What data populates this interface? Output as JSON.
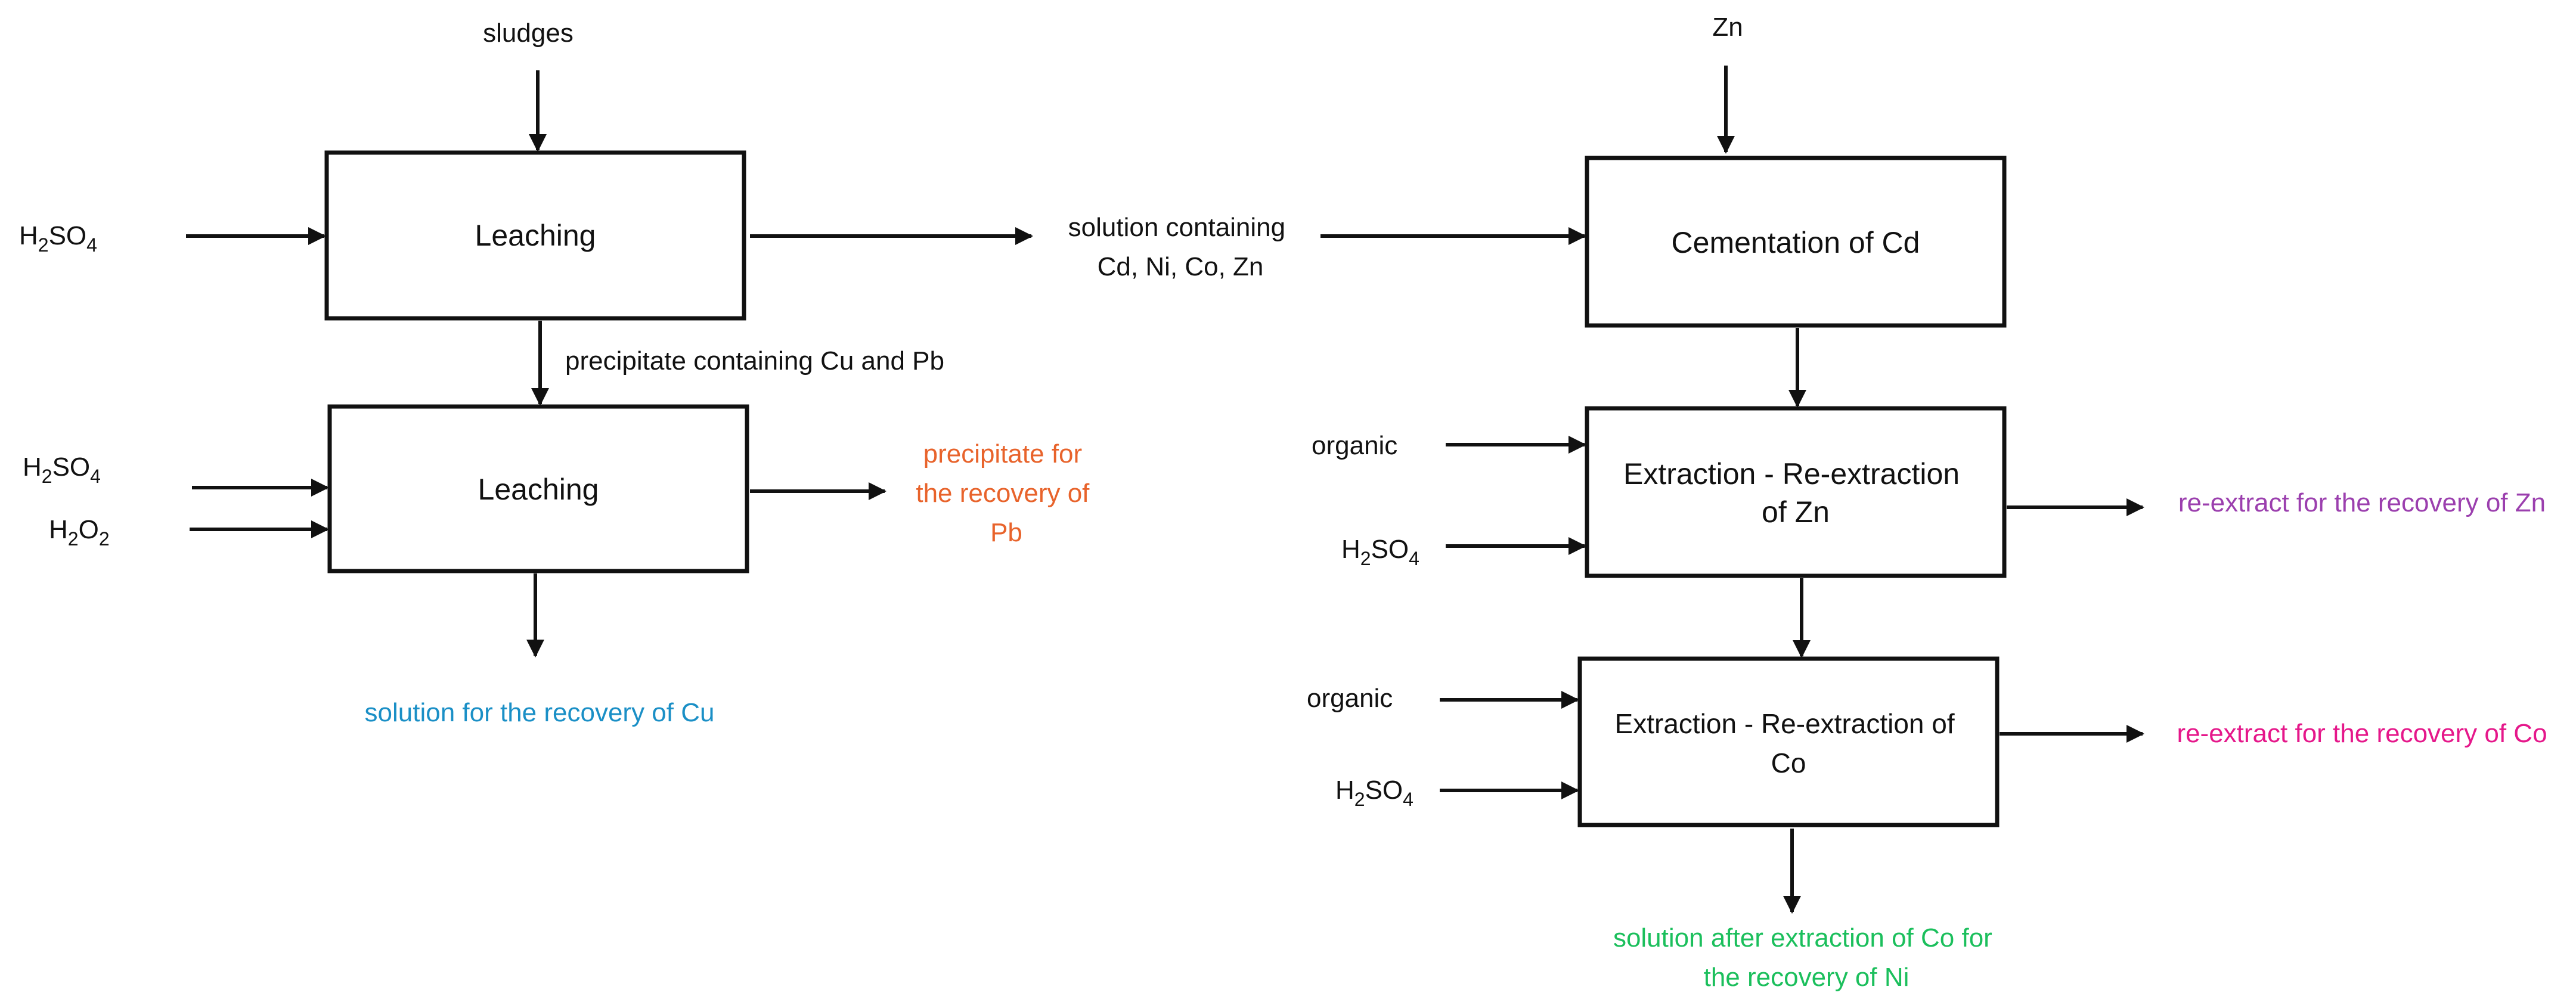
{
  "colors": {
    "line": "#111111",
    "cu": "#1a8fc6",
    "pb": "#e8632b",
    "zn": "#9b3fae",
    "co": "#e5178a",
    "ni": "#1bbf5c"
  },
  "boxes": {
    "leaching_1": "Leaching",
    "leaching_2": "Leaching",
    "cementation": "Cementation of Cd",
    "zn_extraction": [
      "Extraction  - Re-extraction",
      "of Zn"
    ],
    "co_extraction": [
      "Extraction - Re-extraction of",
      "Co"
    ]
  },
  "inputs": {
    "sludges": "sludges",
    "zn": "Zn",
    "organic_zn": "organic",
    "organic_co": "organic",
    "h2so4": {
      "main": "H",
      "sub1": "2",
      "mid": "SO",
      "sub2": "4"
    },
    "h2o2": {
      "main": "H",
      "sub1": "2",
      "mid": "O",
      "sub2": "2"
    }
  },
  "intermediates": {
    "solution": [
      "solution containing",
      "Cd, Ni, Co, Zn"
    ],
    "precipitate": "precipitate containing Cu and Pb"
  },
  "outputs": {
    "pb": [
      "precipitate for",
      "the recovery of",
      "Pb"
    ],
    "cu": "solution  for the recovery of Cu",
    "zn": "re-extract for the recovery of Zn",
    "co": "re-extract for the recovery of Co",
    "ni": [
      "solution  after extraction of Co for",
      "the recovery of Ni"
    ]
  }
}
